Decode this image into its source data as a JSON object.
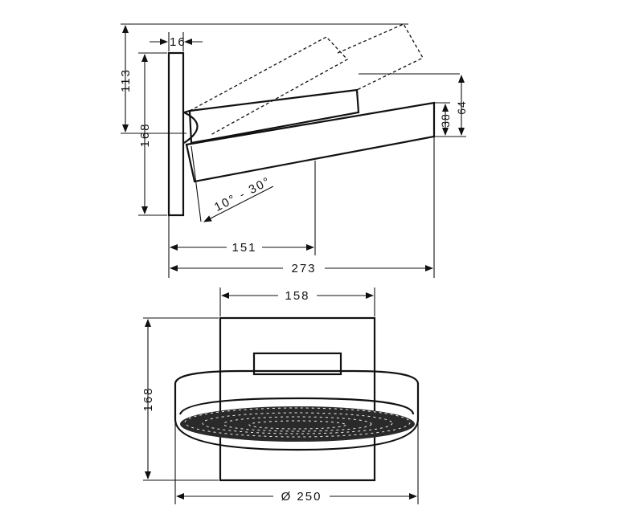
{
  "side_view": {
    "dim_113": "113",
    "dim_16": "16",
    "dim_168": "168",
    "dim_38": "38",
    "dim_64": "64",
    "angle": "10° - 30°",
    "dim_151": "151",
    "dim_273": "273"
  },
  "bottom_view": {
    "dim_158": "158",
    "dim_168": "168",
    "dim_250": "Ø 250"
  }
}
